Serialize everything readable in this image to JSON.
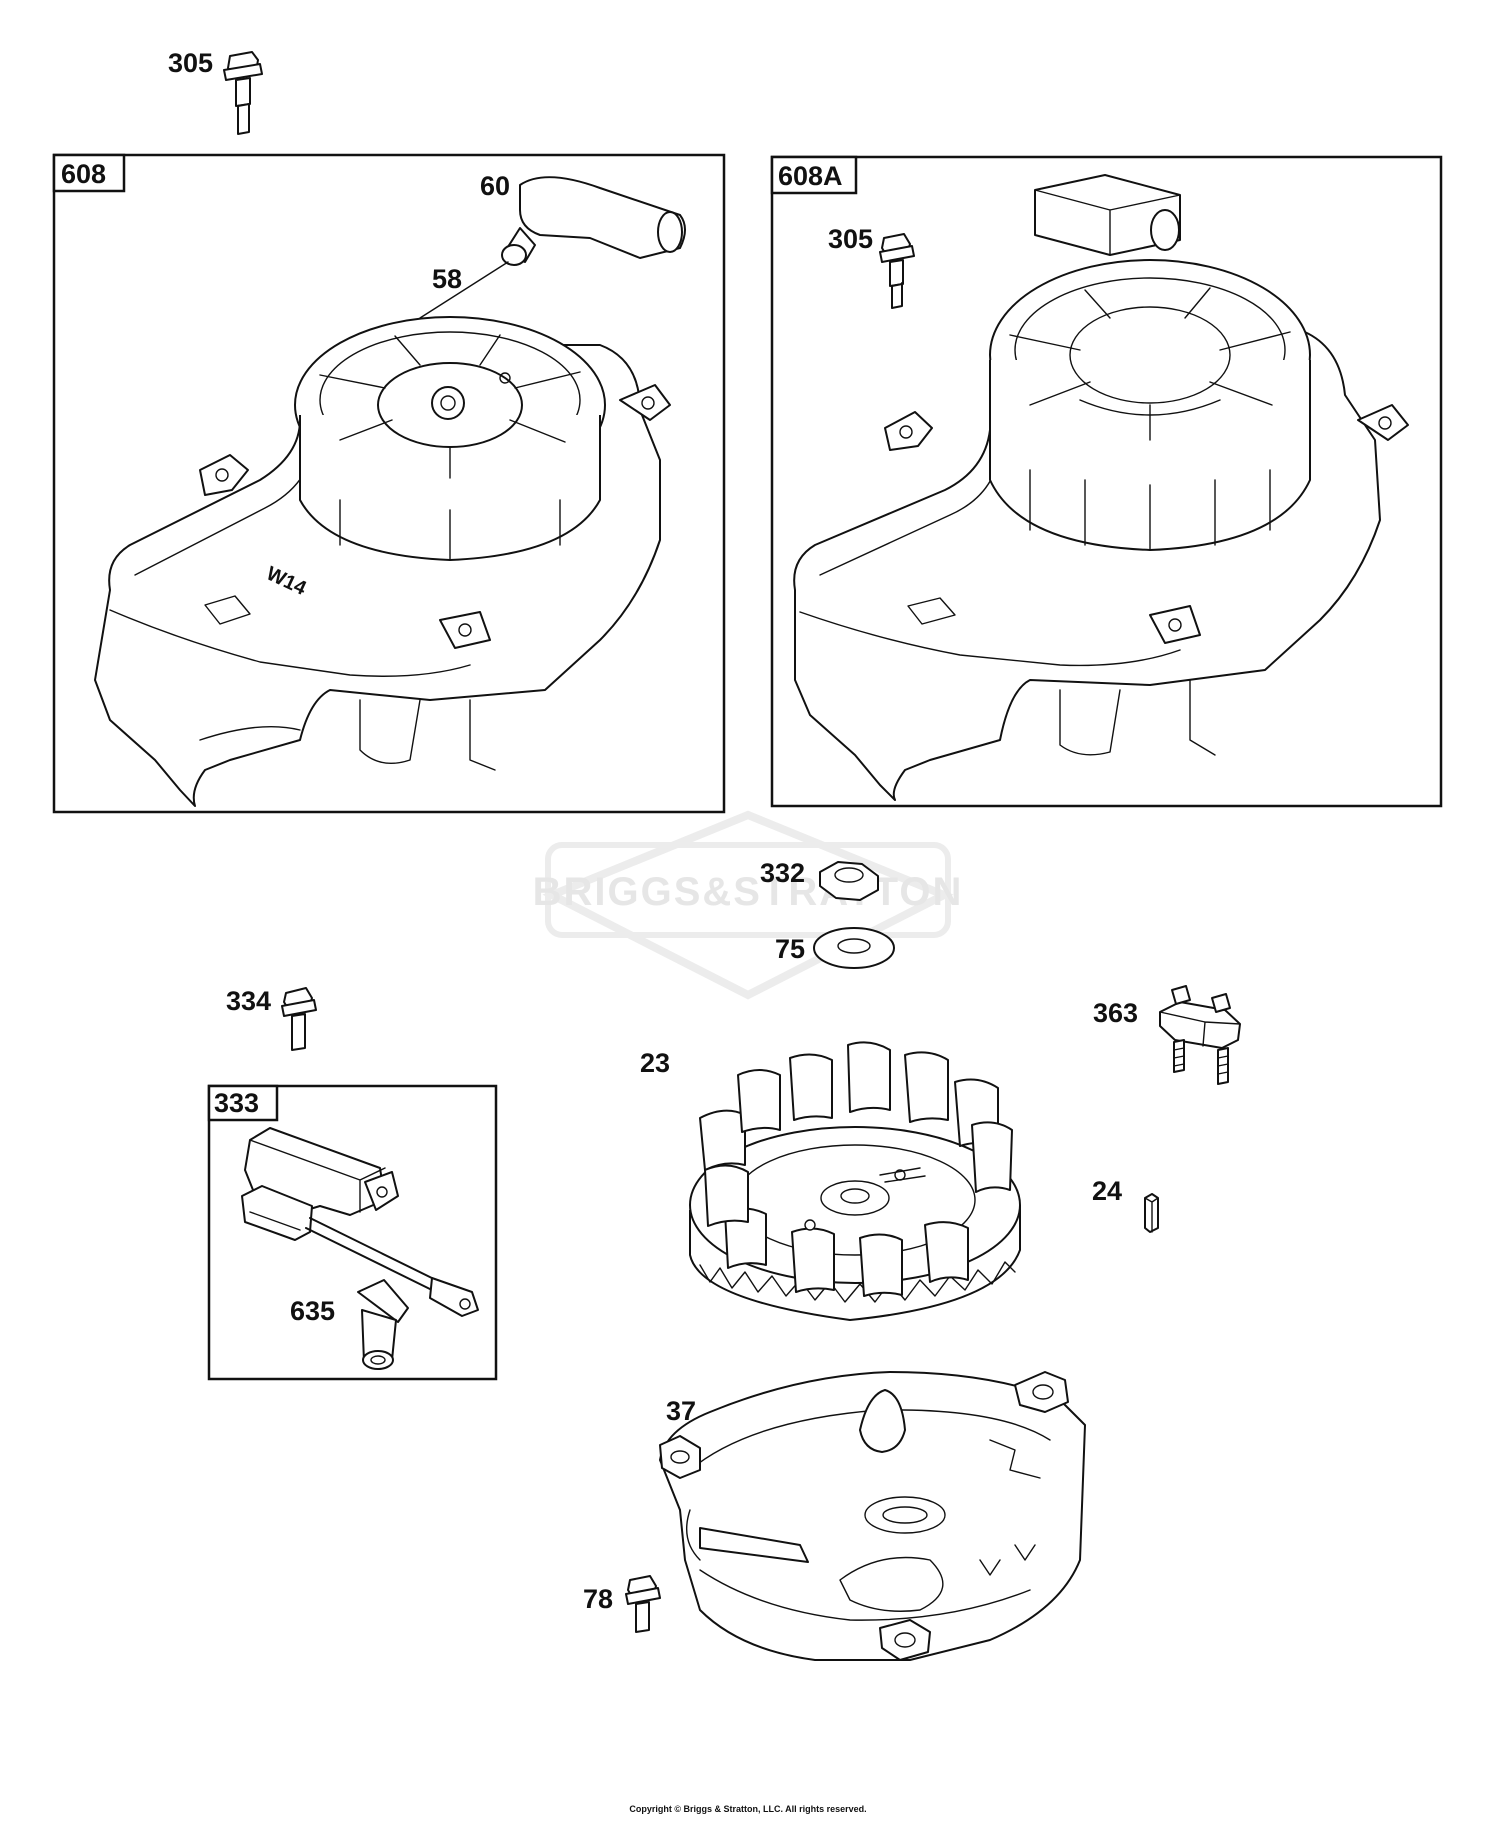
{
  "watermark": "BRIGGS&STRATTON",
  "copyright": "Copyright © Briggs & Stratton, LLC. All rights reserved.",
  "boxes": {
    "b608": "608",
    "b608a": "608A",
    "b333": "333"
  },
  "labels": {
    "l305_top": "305",
    "l60": "60",
    "l58": "58",
    "l305_box": "305",
    "l332": "332",
    "l75": "75",
    "l334": "334",
    "l363": "363",
    "l23": "23",
    "l24": "24",
    "l635": "635",
    "l37": "37",
    "l78": "78"
  },
  "parts": [
    {
      "callout": "305",
      "kind": "bolt"
    },
    {
      "callout": "608",
      "kind": "blower-housing-assembly"
    },
    {
      "callout": "60",
      "kind": "starter-handle"
    },
    {
      "callout": "58",
      "kind": "starter-rope"
    },
    {
      "callout": "608A",
      "kind": "blower-housing-assembly"
    },
    {
      "callout": "332",
      "kind": "hex-nut"
    },
    {
      "callout": "75",
      "kind": "washer"
    },
    {
      "callout": "334",
      "kind": "bolt"
    },
    {
      "callout": "333",
      "kind": "ignition-armature"
    },
    {
      "callout": "635",
      "kind": "spark-plug-boot"
    },
    {
      "callout": "23",
      "kind": "flywheel"
    },
    {
      "callout": "363",
      "kind": "ground-terminal"
    },
    {
      "callout": "24",
      "kind": "flywheel-key"
    },
    {
      "callout": "37",
      "kind": "backing-plate"
    },
    {
      "callout": "78",
      "kind": "bolt"
    }
  ]
}
